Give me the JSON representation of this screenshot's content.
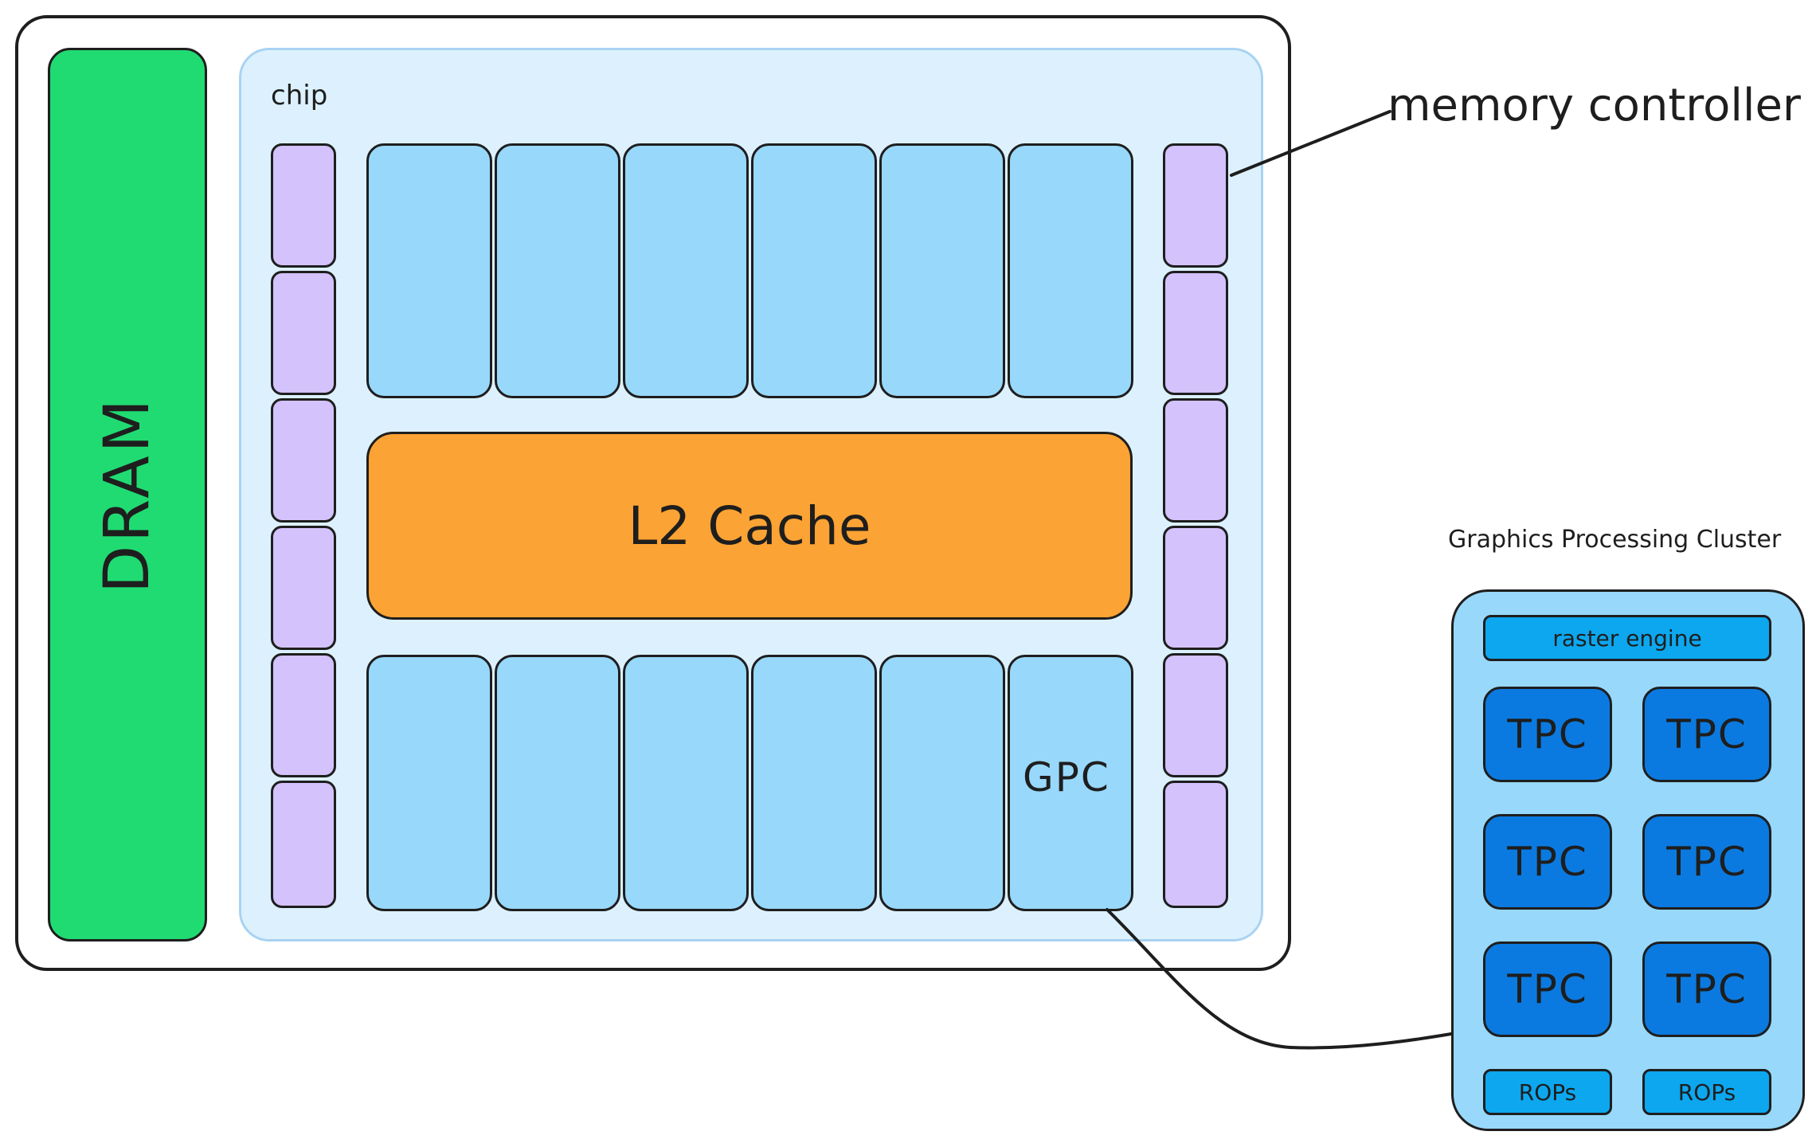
{
  "dram": {
    "label": "DRAM"
  },
  "chip": {
    "label": "chip"
  },
  "l2": {
    "label": "L2 Cache"
  },
  "gpc_callout": {
    "label": "GPC"
  },
  "memory_controller": {
    "label": "memory controller"
  },
  "cluster": {
    "title": "Graphics Processing Cluster",
    "raster_label": "raster engine",
    "tpc_labels": [
      "TPC",
      "TPC",
      "TPC",
      "TPC",
      "TPC",
      "TPC"
    ],
    "rops_labels": [
      "ROPs",
      "ROPs"
    ]
  },
  "colors": {
    "dram": "#20db72",
    "chip": "#dcf1fd",
    "memory_controller": "#d3c2fb",
    "gpc": "#98d8fb",
    "l2": "#fba334",
    "tpc": "#0b7ae0",
    "raster_rops": "#0ca7ef"
  }
}
